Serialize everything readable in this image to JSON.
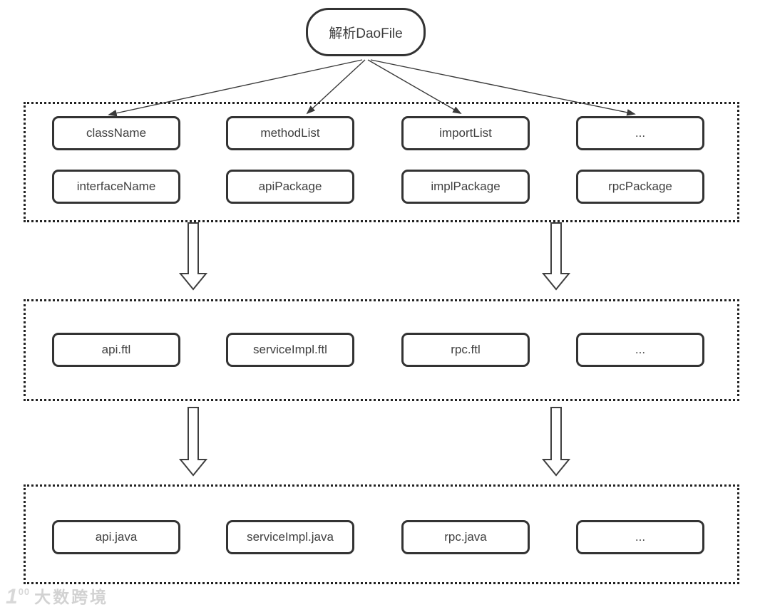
{
  "root": {
    "label": "解析DaoFile"
  },
  "level1": {
    "row1": [
      "className",
      "methodList",
      "importList",
      "..."
    ],
    "row2": [
      "interfaceName",
      "apiPackage",
      "implPackage",
      "rpcPackage"
    ]
  },
  "level2": [
    "api.ftl",
    "serviceImpl.ftl",
    "rpc.ftl",
    "..."
  ],
  "level3": [
    "api.java",
    "serviceImpl.java",
    "rpc.java",
    "..."
  ],
  "watermark": {
    "logo_main": "1",
    "logo_sup": "00",
    "text": "大数跨境"
  },
  "colors": {
    "background": "#ffffff",
    "box_border": "#333333",
    "box_text": "#404040",
    "group_border": "#222222",
    "arrow": "#3a3a3a",
    "watermark_text": "#d2d2d2"
  }
}
